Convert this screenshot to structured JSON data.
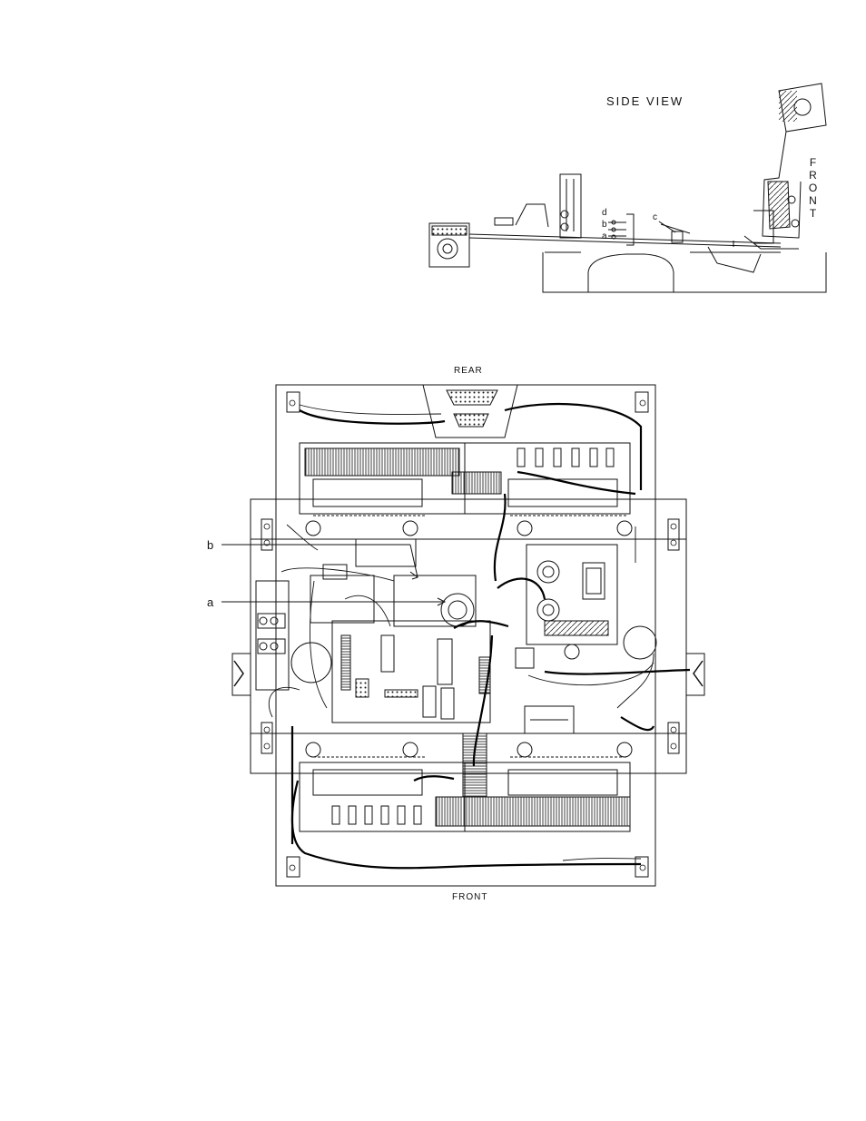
{
  "side_view": {
    "title": "SIDE VIEW",
    "front": "FRONT",
    "callouts": {
      "a": "a",
      "b": "b",
      "c": "c",
      "d": "d"
    }
  },
  "top_view": {
    "rear": "REAR",
    "front": "FRONT",
    "callouts": {
      "a": "a",
      "b": "b"
    }
  },
  "colors": {
    "line": "#111111",
    "wire": "#000000",
    "paper": "#ffffff"
  }
}
